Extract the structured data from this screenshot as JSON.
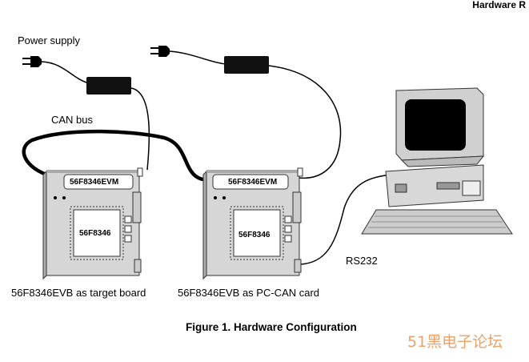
{
  "header": "Hardware R",
  "labels": {
    "power_supply": "Power supply",
    "can_bus": "CAN bus",
    "rs232": "RS232",
    "target_board": "56F8346EVB as target board",
    "pccan_card": "56F8346EVB as PC-CAN card"
  },
  "boards": [
    {
      "evm_label": "56F8346EVM",
      "chip_label": "56F8346"
    },
    {
      "evm_label": "56F8346EVM",
      "chip_label": "56F8346"
    }
  ],
  "caption": "Figure 1. Hardware Configuration",
  "watermark": "51黑电子论坛"
}
